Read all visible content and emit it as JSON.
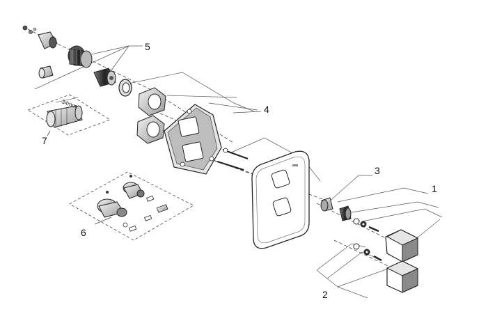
{
  "diagram": {
    "callouts": [
      "1",
      "2",
      "3",
      "4",
      "5",
      "6",
      "7"
    ],
    "dimension_label": "34mm",
    "colors": {
      "line": "#222222",
      "part_fill": "#ffffff",
      "shade": "#b9b9b9",
      "dark": "#333333",
      "leader": "#555555"
    }
  }
}
